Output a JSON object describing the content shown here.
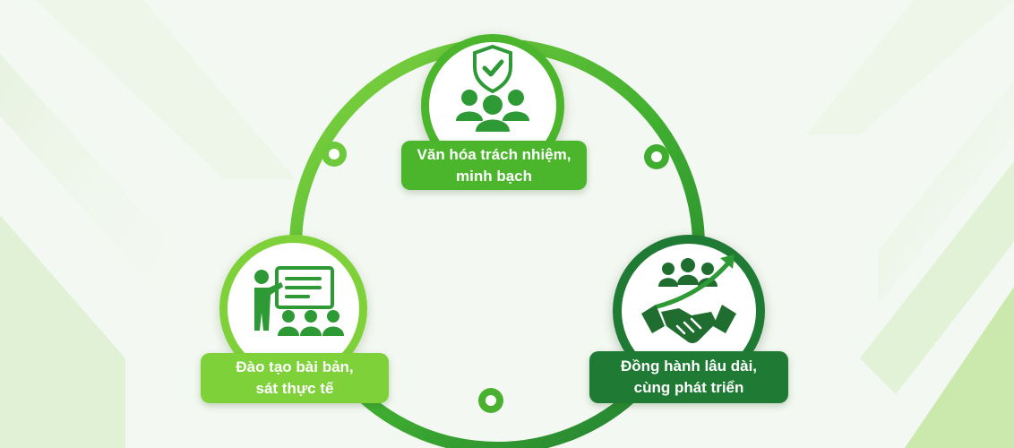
{
  "nodes": [
    {
      "id": "culture",
      "icon": "shield-check-team-icon",
      "label_line1": "Văn hóa trách nhiệm,",
      "label_line2": "minh bạch",
      "box_color": "#4bb52c"
    },
    {
      "id": "training",
      "icon": "teacher-presentation-icon",
      "label_line1": "Đào tạo bài bản,",
      "label_line2": "sát thực tế",
      "box_color": "#7fd13a"
    },
    {
      "id": "companion",
      "icon": "handshake-growth-icon",
      "label_line1": "Đồng hành lâu dài,",
      "label_line2": "cùng phát triển",
      "box_color": "#1f7a33"
    }
  ],
  "colors": {
    "ring_light": "#7fd13a",
    "ring_mid": "#3fae2f",
    "ring_dark": "#1f7a33",
    "icon_green": "#2e9a36",
    "icon_dark": "#1f6e30"
  }
}
